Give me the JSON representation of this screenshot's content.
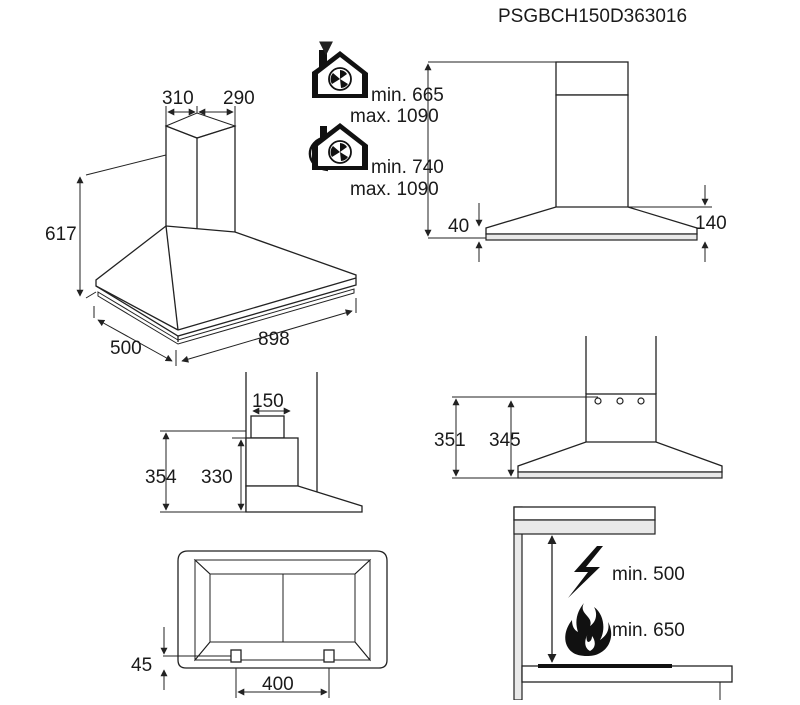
{
  "document": {
    "code": "PSGBCH150D363016"
  },
  "install_heights": {
    "ducted": {
      "min": "min. 665",
      "max": "max. 1090"
    },
    "recirculation": {
      "min": "min. 740",
      "max": "max. 1090"
    }
  },
  "dimensions": {
    "chimney_w1": "310",
    "chimney_w2": "290",
    "height": "617",
    "depth": "500",
    "width": "898",
    "side_left": "40",
    "side_right": "140",
    "outlet_width": "150",
    "outlet_h1": "354",
    "outlet_h2": "330",
    "bracket_h1": "351",
    "bracket_h2": "345",
    "bottom_offset": "45",
    "bottom_spacing": "400"
  },
  "clearances": {
    "electric": "min. 500",
    "gas": "min. 650"
  },
  "icons": {
    "ducted": "ducted-house-fan-icon",
    "recirculation": "recirculation-house-fan-icon",
    "electric": "lightning-icon",
    "gas": "flame-icon"
  }
}
